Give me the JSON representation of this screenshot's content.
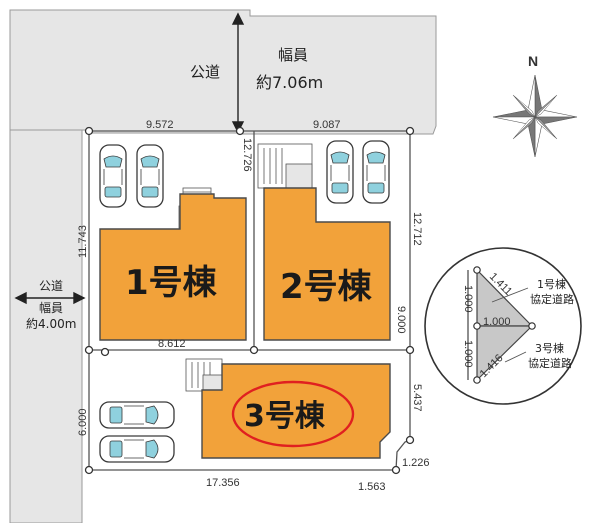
{
  "colors": {
    "road": "#e6e6e6",
    "building": "#f2a23a",
    "building_edge": "#4a4a4a",
    "highlight_ring": "#e02020",
    "lot_line": "#555555",
    "car_body": "#ffffff",
    "car_window": "#8fd1de",
    "detail_fill": "#d0d0d0"
  },
  "roads": {
    "top": {
      "name": "公道",
      "width_label": "幅員",
      "width_value": "約7.06m"
    },
    "left": {
      "name": "公道",
      "width_label": "幅員",
      "width_value": "約4.00m"
    }
  },
  "compass": {
    "label": "N"
  },
  "buildings": [
    {
      "id": "1",
      "label": "1号棟",
      "highlighted": false
    },
    {
      "id": "2",
      "label": "2号棟",
      "highlighted": false
    },
    {
      "id": "3",
      "label": "3号棟",
      "highlighted": true
    }
  ],
  "dimensions": {
    "lot1_top": "9.572",
    "lot2_top": "9.087",
    "lot1_left": "11.743",
    "lot1_right": "12.726",
    "lot2_right": "12.712",
    "lot1_bottom": "8.612",
    "lot2_bottom": "9.000",
    "lot3_left": "6.000",
    "lot3_right": "5.437",
    "lot3_bottom": "17.356",
    "corner_a": "1.563",
    "corner_b": "1.226"
  },
  "inset": {
    "dims": {
      "top_left": "1.000",
      "bottom_left": "1.000",
      "top_diag": "1.411",
      "middle": "1.000",
      "bottom_diag": "1.416"
    },
    "labels": {
      "upper_title": "1号棟",
      "upper_sub": "協定道路",
      "lower_title": "3号棟",
      "lower_sub": "協定道路"
    }
  }
}
